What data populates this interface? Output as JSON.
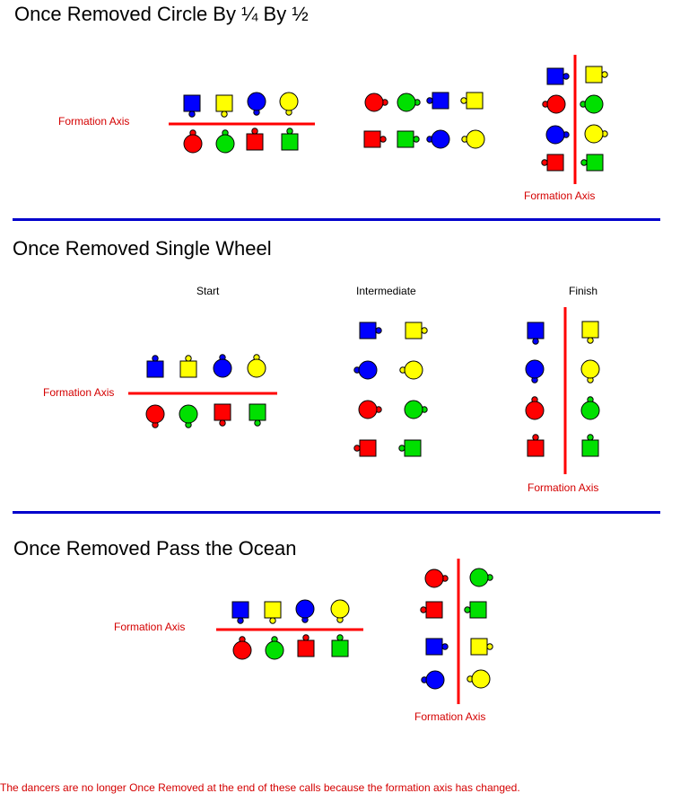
{
  "sections": [
    {
      "title": "Once Removed Circle By ¼ By ½",
      "axis_label": "Formation Axis",
      "axis_label_2": "Formation Axis"
    },
    {
      "title": "Once Removed Single Wheel",
      "stages": [
        "Start",
        "Intermediate",
        "Finish"
      ],
      "axis_label": "Formation Axis",
      "axis_label_2": "Formation Axis"
    },
    {
      "title": "Once Removed Pass the Ocean",
      "axis_label": "Formation Axis",
      "axis_label_2": "Formation Axis"
    }
  ],
  "footnote": "The dancers are no longer Once Removed at the end of these calls because the formation axis has changed.",
  "colors": {
    "blue": "#0000ff",
    "yellow": "#ffff00",
    "red": "#ff0000",
    "green": "#00e000",
    "axis": "#ff0000",
    "divider": "#0000cc"
  }
}
